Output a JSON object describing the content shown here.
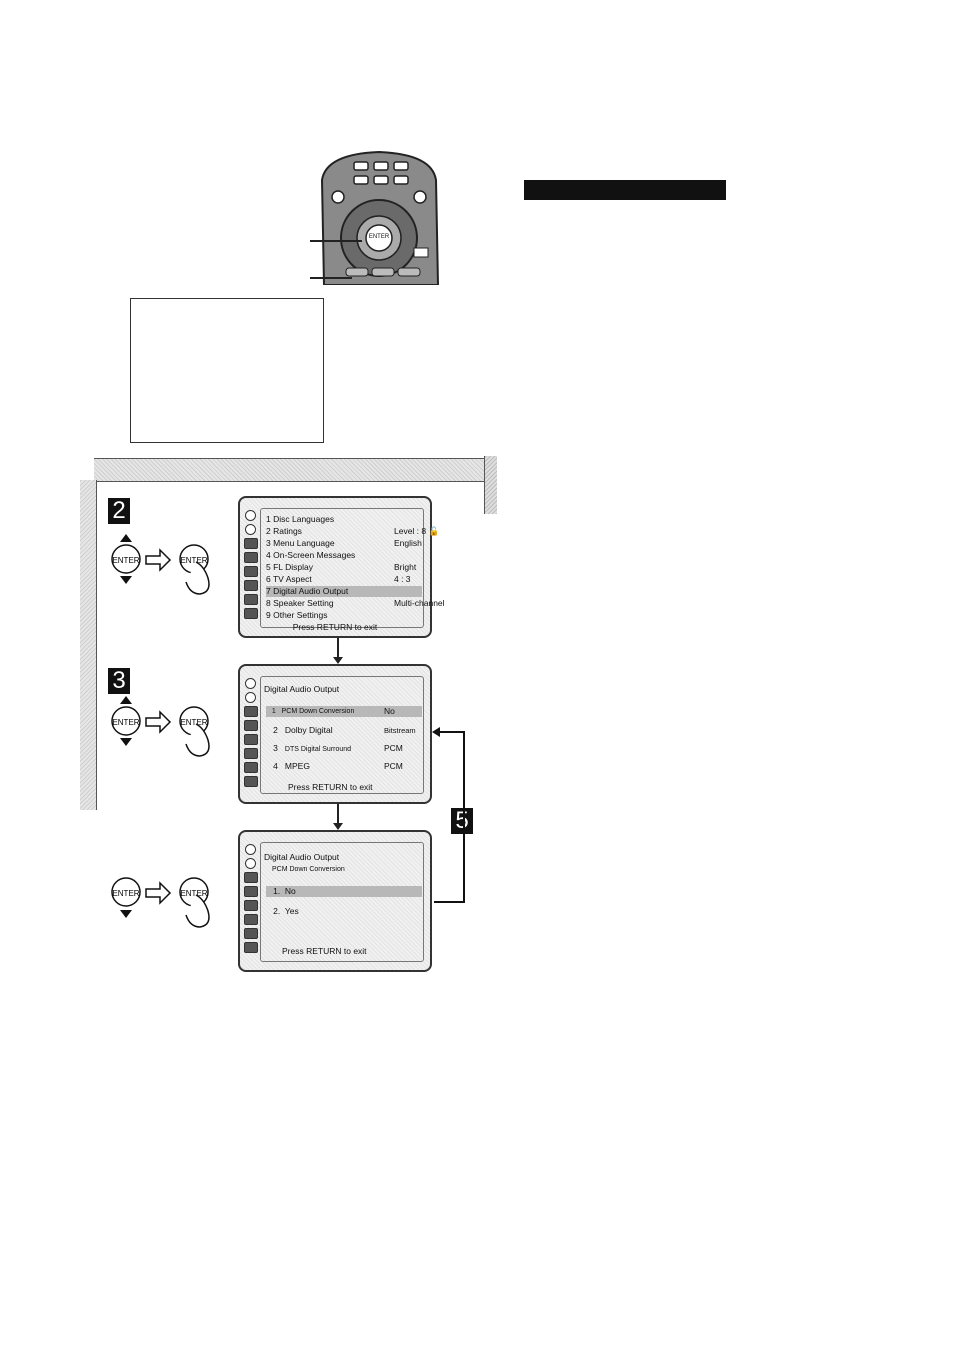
{
  "remote": {
    "enter_label": "ENTER"
  },
  "steps": {
    "s2": "2",
    "s3": "3",
    "s5": "5"
  },
  "pictogram": {
    "enter_label": "ENTER"
  },
  "screen_main": {
    "items": [
      {
        "num": "1",
        "label": "Disc Languages",
        "value": ""
      },
      {
        "num": "2",
        "label": "Ratings",
        "value": "Level : 8"
      },
      {
        "num": "3",
        "label": "Menu Language",
        "value": "English"
      },
      {
        "num": "4",
        "label": "On-Screen Messages",
        "value": ""
      },
      {
        "num": "5",
        "label": "FL Display",
        "value": "Bright"
      },
      {
        "num": "6",
        "label": "TV Aspect",
        "value": "4 : 3"
      },
      {
        "num": "7",
        "label": "Digital Audio Output",
        "value": ""
      },
      {
        "num": "8",
        "label": "Speaker Setting",
        "value": "Multi-channel"
      },
      {
        "num": "9",
        "label": "Other Settings",
        "value": ""
      }
    ],
    "footer": "Press RETURN to exit"
  },
  "screen_dao": {
    "title": "Digital Audio Output",
    "items": [
      {
        "num": "1",
        "label": "PCM Down Conversion",
        "value": "No"
      },
      {
        "num": "2",
        "label": "Dolby Digital",
        "value": "Bitstream"
      },
      {
        "num": "3",
        "label": "DTS Digital Surround",
        "value": "PCM"
      },
      {
        "num": "4",
        "label": "MPEG",
        "value": "PCM"
      }
    ],
    "footer": "Press RETURN to exit"
  },
  "screen_pcm": {
    "title": "Digital Audio Output",
    "subtitle": "PCM Down Conversion",
    "items": [
      {
        "num": "1",
        "label": "No"
      },
      {
        "num": "2",
        "label": "Yes"
      }
    ],
    "footer": "Press RETURN to exit"
  }
}
